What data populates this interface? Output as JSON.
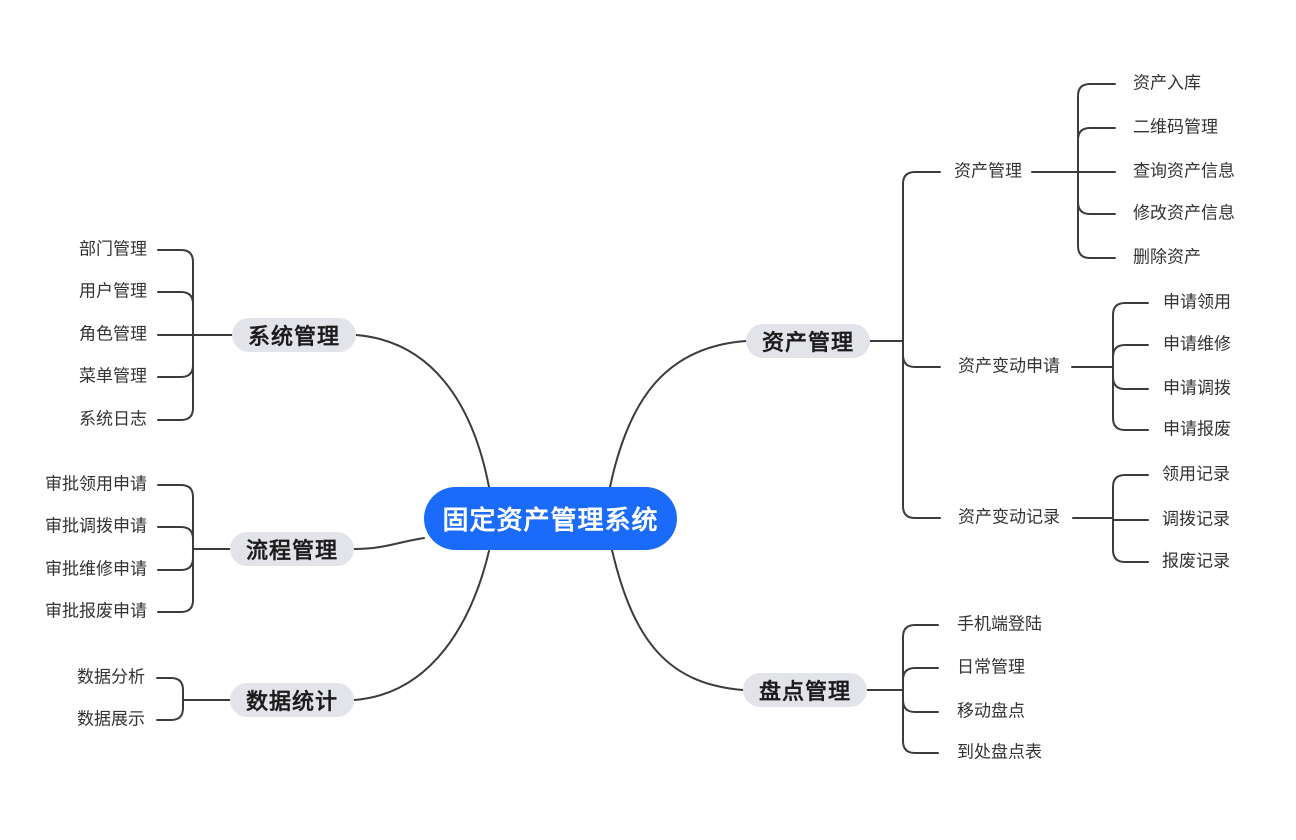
{
  "colors": {
    "accent": "#1a6bfa",
    "branch-bg": "#e2e4e9",
    "line": "#3c3c3c",
    "leaf-text": "#333333",
    "branch-text": "#1c1c1c",
    "root-text": "#ffffff",
    "bg": "#ffffff"
  },
  "root": {
    "label": "固定资产管理系统"
  },
  "left_branches": [
    {
      "label": "系统管理",
      "children": [
        "部门管理",
        "用户管理",
        "角色管理",
        "菜单管理",
        "系统日志"
      ]
    },
    {
      "label": "流程管理",
      "children": [
        "审批领用申请",
        "审批调拨申请",
        "审批维修申请",
        "审批报废申请"
      ]
    },
    {
      "label": "数据统计",
      "children": [
        "数据分析",
        "数据展示"
      ]
    }
  ],
  "right_branches": [
    {
      "label": "资产管理",
      "children": [
        {
          "label": "资产管理",
          "children": [
            "资产入库",
            "二维码管理",
            "查询资产信息",
            "修改资产信息",
            "删除资产"
          ]
        },
        {
          "label": "资产变动申请",
          "children": [
            "申请领用",
            "申请维修",
            "申请调拨",
            "申请报废"
          ]
        },
        {
          "label": "资产变动记录",
          "children": [
            "领用记录",
            "调拨记录",
            "报废记录"
          ]
        }
      ]
    },
    {
      "label": "盘点管理",
      "children": [
        "手机端登陆",
        "日常管理",
        "移动盘点",
        "到处盘点表"
      ]
    }
  ]
}
